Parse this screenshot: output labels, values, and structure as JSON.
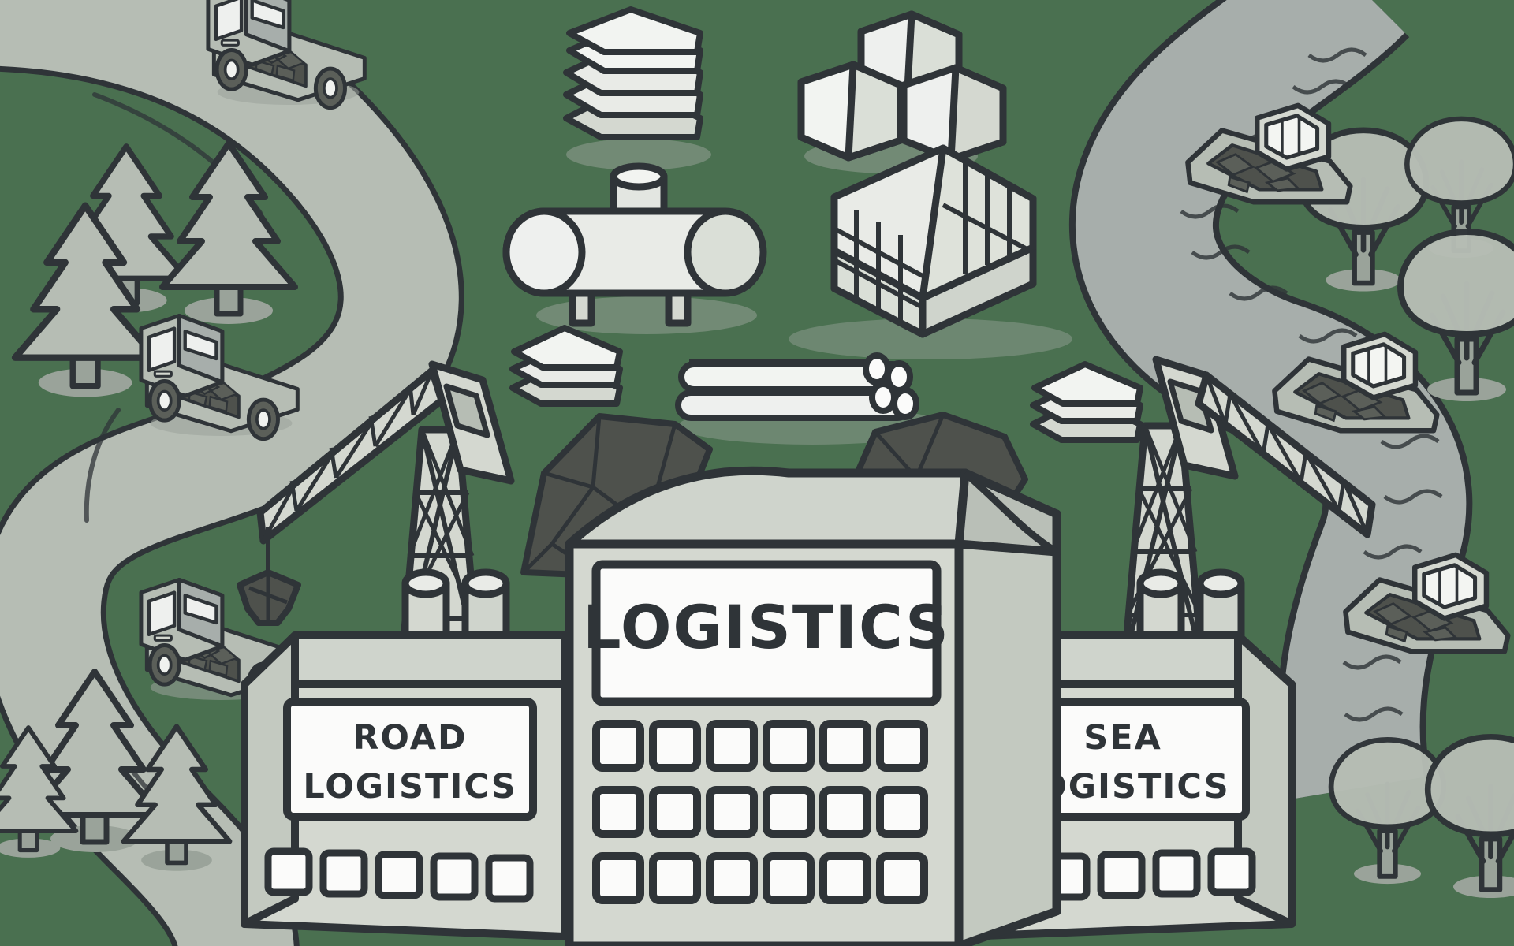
{
  "scene": {
    "title": "Logistics isometric illustration",
    "background_color": "#4a7050",
    "ink_color": "#2f3438",
    "light_fill": "#d4d8d0",
    "mid_fill": "#b6bdb4",
    "white_fill": "#fbfbfa",
    "coal_fill": "#4e514c",
    "road_fill": "#b6bdb4",
    "river_fill": "#a7aeab",
    "shadow_fill": "#9aa39a"
  },
  "signs": {
    "center": {
      "label": "LOGISTICS",
      "name": "center-building-sign"
    },
    "left": {
      "line1": "ROAD",
      "line2": "LOGISTICS",
      "name": "road-logistics-sign"
    },
    "right": {
      "line1": "SEA",
      "line2": "LOGISTICS",
      "name": "sea-logistics-sign"
    }
  },
  "buildings": [
    {
      "name": "left-warehouse",
      "sign": "ROAD LOGISTICS",
      "window_rows": 1,
      "windows_per_row": 5
    },
    {
      "name": "center-warehouse",
      "sign": "LOGISTICS",
      "window_rows": 3,
      "windows_per_row": 6
    },
    {
      "name": "right-warehouse",
      "sign": "SEA LOGISTICS",
      "window_rows": 1,
      "windows_per_row": 5
    }
  ],
  "vehicles": {
    "trucks": [
      {
        "name": "truck-top-left",
        "cargo": "coal"
      },
      {
        "name": "truck-middle-left",
        "cargo": "coal"
      },
      {
        "name": "truck-bottom-left",
        "cargo": "coal"
      }
    ],
    "boats": [
      {
        "name": "boat-top-right",
        "cargo": "coal"
      },
      {
        "name": "boat-middle-right",
        "cargo": "coal"
      },
      {
        "name": "boat-bottom-right",
        "cargo": "coal"
      }
    ]
  },
  "cargo_items": [
    {
      "name": "pallet-stack",
      "description": "stacked flat pallets"
    },
    {
      "name": "fuel-tank",
      "description": "horizontal cylindrical tank with hatch"
    },
    {
      "name": "crate-stack",
      "description": "stacked cube crates"
    },
    {
      "name": "shipping-container",
      "description": "long corrugated container"
    },
    {
      "name": "pipe-bundle",
      "description": "bundle of long pipes"
    },
    {
      "name": "pallet-stack-right",
      "description": "stacked flat pallets right"
    }
  ],
  "equipment": [
    {
      "name": "crane-left",
      "description": "lattice tower crane with grab bucket"
    },
    {
      "name": "crane-right",
      "description": "lattice tower crane"
    }
  ],
  "nature": {
    "pine_trees": 6,
    "deciduous_trees": 6,
    "road": "winding S-curve road, left side",
    "river": "winding S-curve river, right side",
    "coal_piles": 2
  }
}
